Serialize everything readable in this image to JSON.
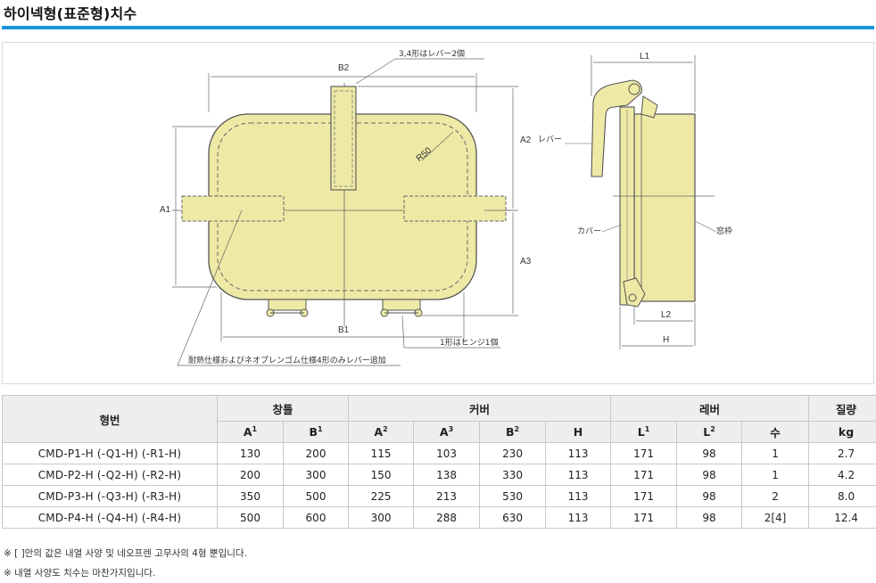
{
  "page_title": "하이넥형(표준형)치수",
  "drawing": {
    "labels": {
      "b2": "B2",
      "b1": "B1",
      "a1": "A1",
      "a2": "A2",
      "a3": "A3",
      "l1": "L1",
      "l2": "L2",
      "h": "H",
      "r50": "R50",
      "lever_note": "3,4形はレバー2個",
      "hinge_note": "1形はヒンジ1個",
      "heat_note": "耐熱仕様およびネオプレンゴム仕様4形のみレバー追加",
      "lever": "レバー",
      "cover": "カバー",
      "frame": "窓枠"
    },
    "colors": {
      "cover_fill": "#eeeaa6",
      "line": "#555555"
    }
  },
  "table": {
    "header_model": "형번",
    "group_frame": "창틀",
    "group_cover": "커버",
    "group_lever": "레버",
    "group_weight": "질량",
    "sub_a1": "A",
    "sub_a1_idx": "1",
    "sub_b1": "B",
    "sub_b1_idx": "1",
    "sub_a2": "A",
    "sub_a2_idx": "2",
    "sub_a3": "A",
    "sub_a3_idx": "3",
    "sub_b2": "B",
    "sub_b2_idx": "2",
    "sub_h": "H",
    "sub_l1": "L",
    "sub_l1_idx": "1",
    "sub_l2": "L",
    "sub_l2_idx": "2",
    "sub_count": "수",
    "sub_kg": "kg",
    "rows": [
      {
        "model": "CMD-P1-H (-Q1-H) (-R1-H)",
        "a1": "130",
        "b1": "200",
        "a2": "115",
        "a3": "103",
        "b2": "230",
        "h": "113",
        "l1": "171",
        "l2": "98",
        "count": "1",
        "kg": "2.7"
      },
      {
        "model": "CMD-P2-H (-Q2-H) (-R2-H)",
        "a1": "200",
        "b1": "300",
        "a2": "150",
        "a3": "138",
        "b2": "330",
        "h": "113",
        "l1": "171",
        "l2": "98",
        "count": "1",
        "kg": "4.2"
      },
      {
        "model": "CMD-P3-H (-Q3-H) (-R3-H)",
        "a1": "350",
        "b1": "500",
        "a2": "225",
        "a3": "213",
        "b2": "530",
        "h": "113",
        "l1": "171",
        "l2": "98",
        "count": "2",
        "kg": "8.0"
      },
      {
        "model": "CMD-P4-H (-Q4-H) (-R4-H)",
        "a1": "500",
        "b1": "600",
        "a2": "300",
        "a3": "288",
        "b2": "630",
        "h": "113",
        "l1": "171",
        "l2": "98",
        "count": "2[4]",
        "kg": "12.4"
      }
    ]
  },
  "notes": [
    "※ [ ]안의 값은 내열 사양 및 네오프렌 고무사의 4형 뿐입니다.",
    "※ 내열 사양도 치수는 마찬가지입니다."
  ]
}
